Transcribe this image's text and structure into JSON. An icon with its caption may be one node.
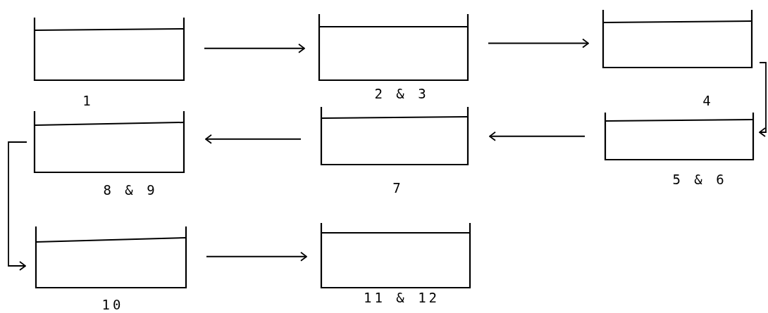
{
  "diagram": {
    "nodes": [
      {
        "text": [
          "1"
        ]
      },
      {
        "text": [
          "2 & 3"
        ]
      },
      {
        "text": [
          "4"
        ]
      },
      {
        "text": [
          "5 & 6"
        ]
      },
      {
        "text": [
          "7"
        ]
      },
      {
        "text": [
          "8 & 9"
        ]
      },
      {
        "text": [
          "10"
        ]
      },
      {
        "text": [
          "11 & 12"
        ]
      }
    ],
    "edges": [
      {
        "from": 0,
        "to": 1,
        "arrow": "to"
      },
      {
        "from": 1,
        "to": 2,
        "arrow": "to"
      },
      {
        "from": 2,
        "to": 3,
        "arrow": "to"
      },
      {
        "from": 3,
        "to": 4,
        "arrow": "to"
      },
      {
        "from": 4,
        "to": 5,
        "arrow": "to"
      },
      {
        "from": 5,
        "to": 6,
        "arrow": "to"
      },
      {
        "from": 6,
        "to": 7,
        "arrow": "to"
      }
    ]
  }
}
